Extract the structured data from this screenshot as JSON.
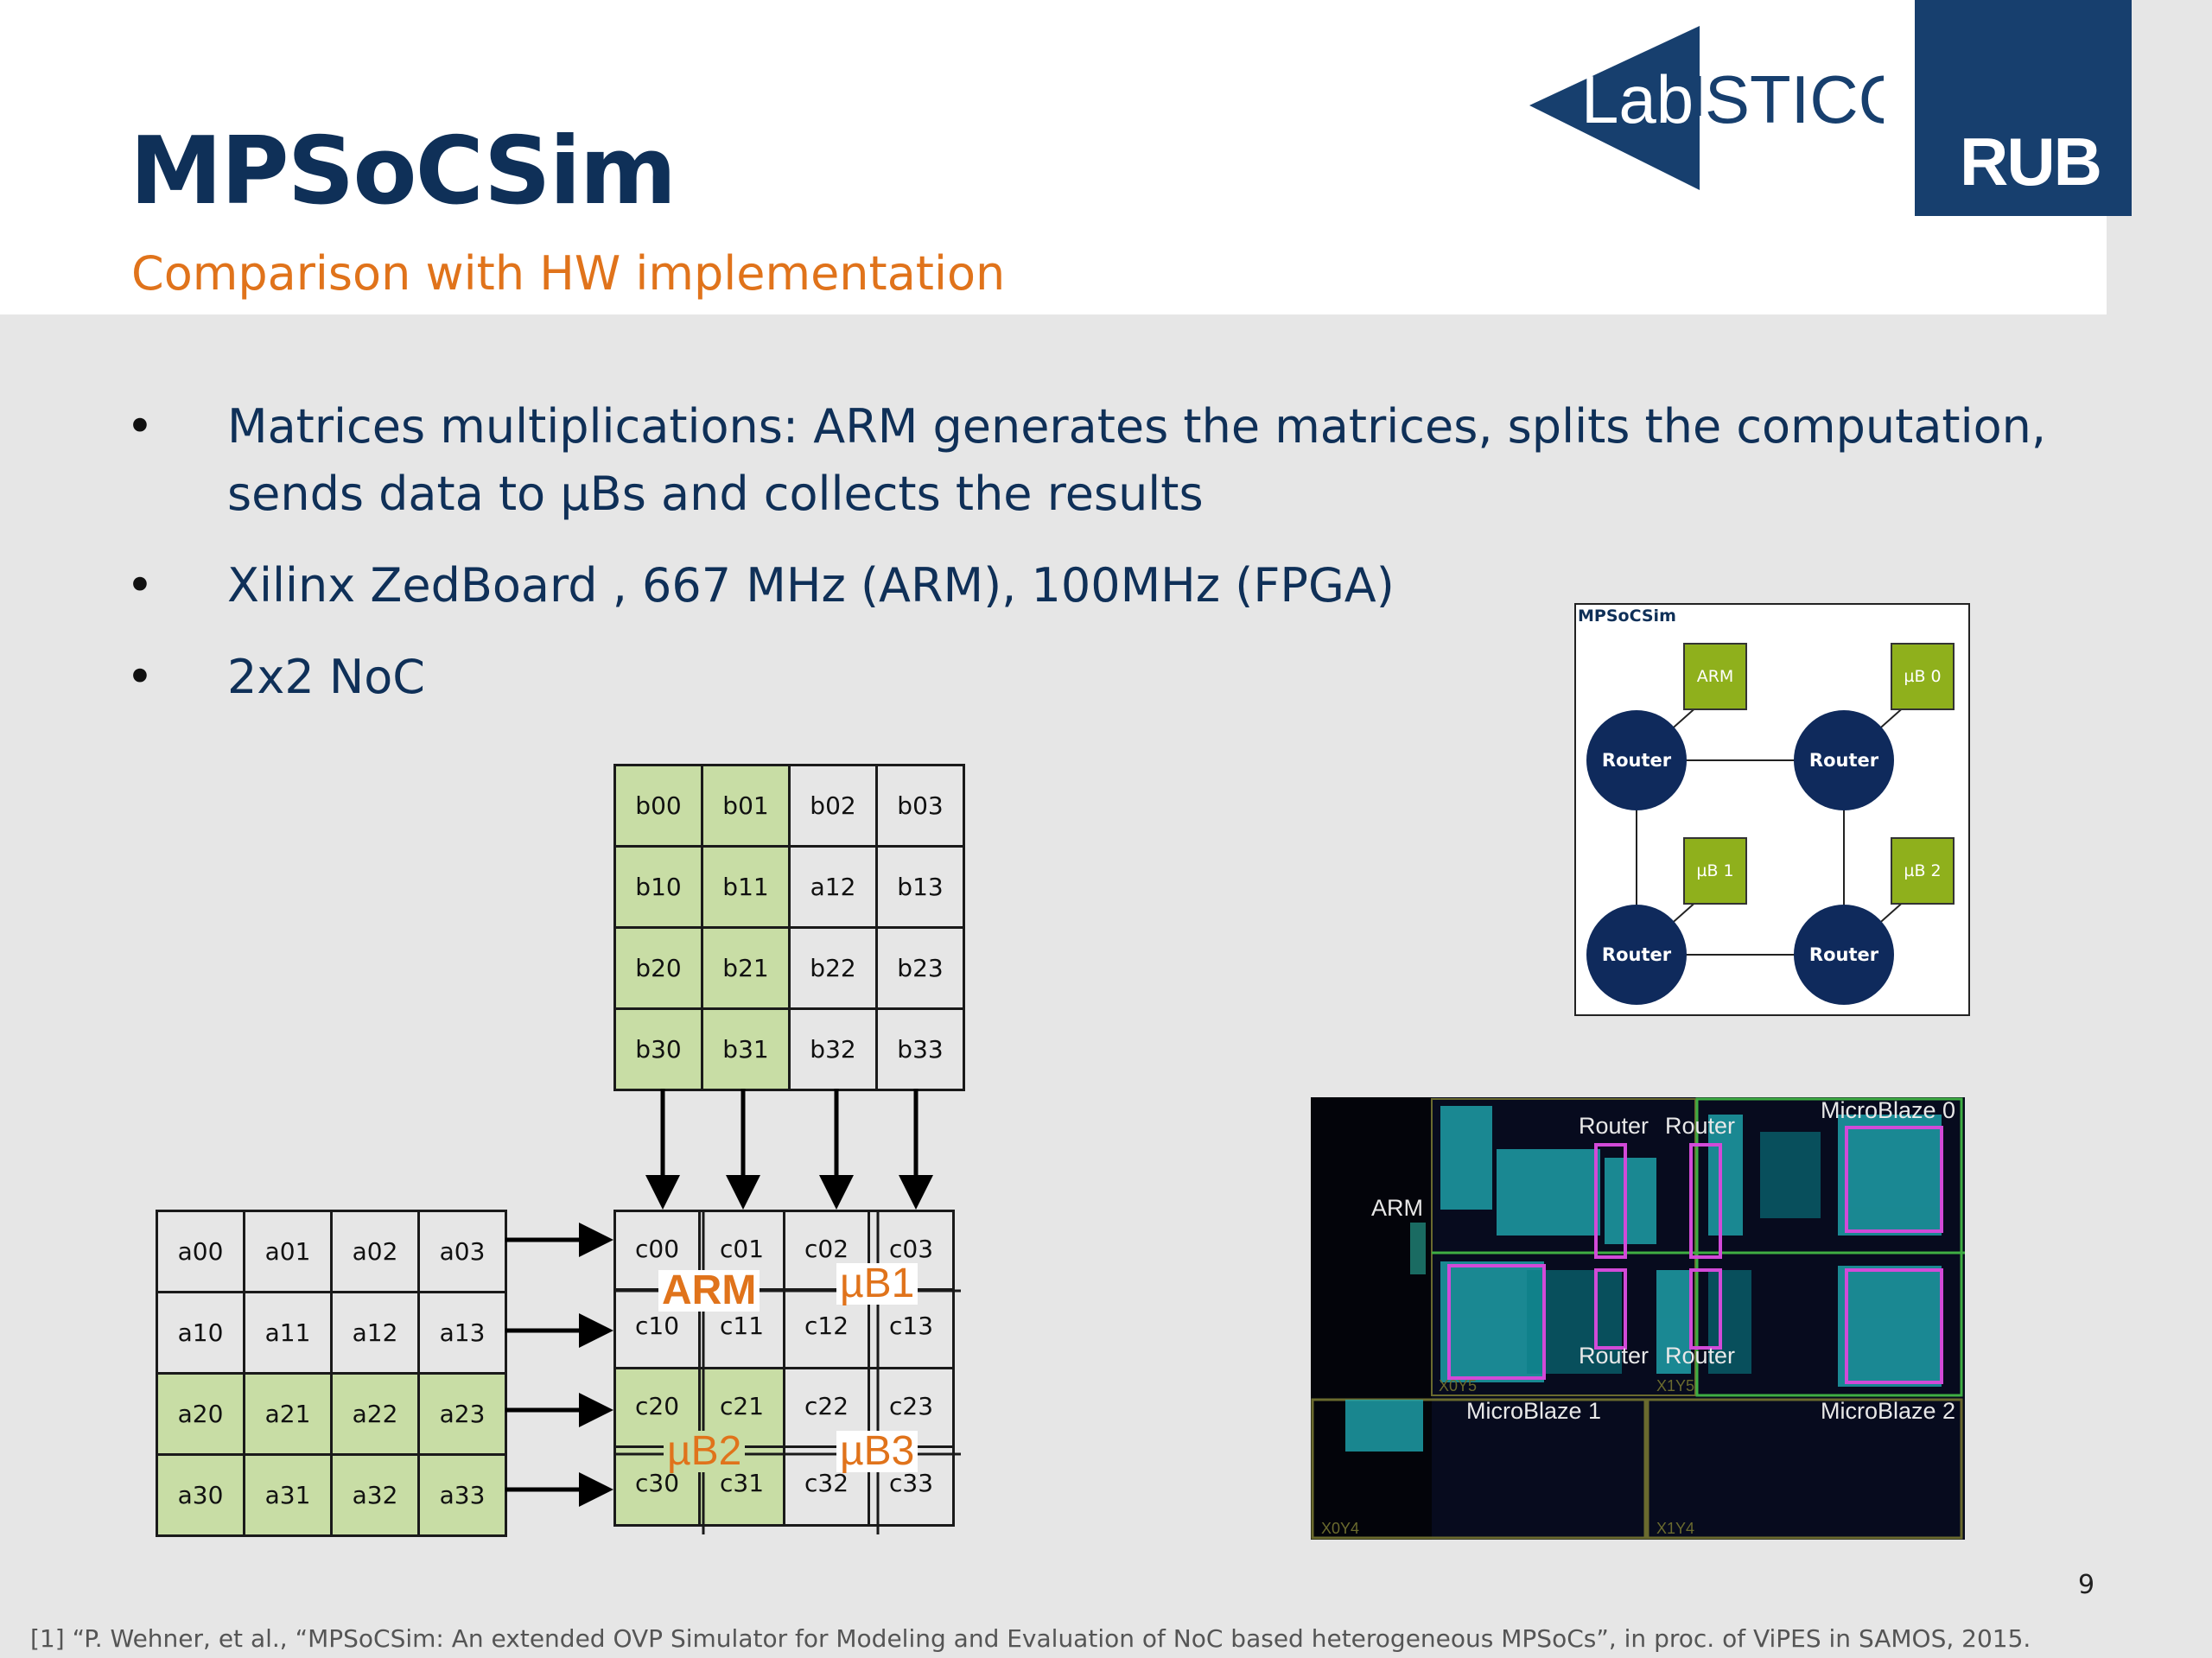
{
  "slide": {
    "title": "MPSoCSim",
    "subtitle": "Comparison with HW implementation",
    "page_number": "9",
    "footnote": "[1] “P. Wehner, et al., “MPSoCSim: An extended OVP Simulator for Modeling and Evaluation of NoC based heterogeneous MPSoCs”, in  proc. of ViPES in SAMOS, 2015."
  },
  "logos": {
    "labsticc": {
      "left": "Lab",
      "right": "STICC"
    },
    "rub": "RUB"
  },
  "colors": {
    "title": "#0f3058",
    "accent": "#e0731b",
    "green_cell": "#c8dda5",
    "pe_green": "#8fb01c",
    "router_navy": "#0f2a5c"
  },
  "bullets": [
    {
      "text": "Matrices multiplications: ARM generates the matrices, splits the computation, sends data to µBs and collects the results"
    },
    {
      "text": "Xilinx ZedBoard , 667 MHz (ARM), 100MHz (FPGA)"
    },
    {
      "text": "2x2 NoC"
    }
  ],
  "matrix_a": [
    [
      {
        "t": "a00",
        "g": false
      },
      {
        "t": "a01",
        "g": false
      },
      {
        "t": "a02",
        "g": false
      },
      {
        "t": "a03",
        "g": false
      }
    ],
    [
      {
        "t": "a10",
        "g": false
      },
      {
        "t": "a11",
        "g": false
      },
      {
        "t": "a12",
        "g": false
      },
      {
        "t": "a13",
        "g": false
      }
    ],
    [
      {
        "t": "a20",
        "g": true
      },
      {
        "t": "a21",
        "g": true
      },
      {
        "t": "a22",
        "g": true
      },
      {
        "t": "a23",
        "g": true
      }
    ],
    [
      {
        "t": "a30",
        "g": true
      },
      {
        "t": "a31",
        "g": true
      },
      {
        "t": "a32",
        "g": true
      },
      {
        "t": "a33",
        "g": true
      }
    ]
  ],
  "matrix_b": [
    [
      {
        "t": "b00",
        "g": true
      },
      {
        "t": "b01",
        "g": true
      },
      {
        "t": "b02",
        "g": false
      },
      {
        "t": "b03",
        "g": false
      }
    ],
    [
      {
        "t": "b10",
        "g": true
      },
      {
        "t": "b11",
        "g": true
      },
      {
        "t": "a12",
        "g": false
      },
      {
        "t": "b13",
        "g": false
      }
    ],
    [
      {
        "t": "b20",
        "g": true
      },
      {
        "t": "b21",
        "g": true
      },
      {
        "t": "b22",
        "g": false
      },
      {
        "t": "b23",
        "g": false
      }
    ],
    [
      {
        "t": "b30",
        "g": true
      },
      {
        "t": "b31",
        "g": true
      },
      {
        "t": "b32",
        "g": false
      },
      {
        "t": "b33",
        "g": false
      }
    ]
  ],
  "matrix_c": [
    [
      {
        "t": "c00",
        "g": false
      },
      {
        "t": "c01",
        "g": false
      },
      {
        "t": "c02",
        "g": false
      },
      {
        "t": "c03",
        "g": false
      }
    ],
    [
      {
        "t": "c10",
        "g": false
      },
      {
        "t": "c11",
        "g": false
      },
      {
        "t": "c12",
        "g": false
      },
      {
        "t": "c13",
        "g": false
      }
    ],
    [
      {
        "t": "c20",
        "g": true
      },
      {
        "t": "c21",
        "g": true
      },
      {
        "t": "c22",
        "g": false
      },
      {
        "t": "c23",
        "g": false
      }
    ],
    [
      {
        "t": "c30",
        "g": true
      },
      {
        "t": "c31",
        "g": true
      },
      {
        "t": "c32",
        "g": false
      },
      {
        "t": "c33",
        "g": false
      }
    ]
  ],
  "quadrant_labels": {
    "top_left": "ARM",
    "top_right": "µB1",
    "bottom_left": "µB2",
    "bottom_right": "µB3"
  },
  "noc_diagram": {
    "title": "MPSoCSim",
    "routers": [
      "Router",
      "Router",
      "Router",
      "Router"
    ],
    "pes": [
      "ARM",
      "µB 0",
      "µB 1",
      "µB 2"
    ]
  },
  "fpga": {
    "labels": [
      "ARM",
      "Router",
      "Router",
      "MicroBlaze 0",
      "Router",
      "Router",
      "MicroBlaze 1",
      "MicroBlaze 2"
    ],
    "coords": [
      "X0Y5",
      "X1Y5",
      "X0Y4",
      "X1Y4"
    ]
  }
}
